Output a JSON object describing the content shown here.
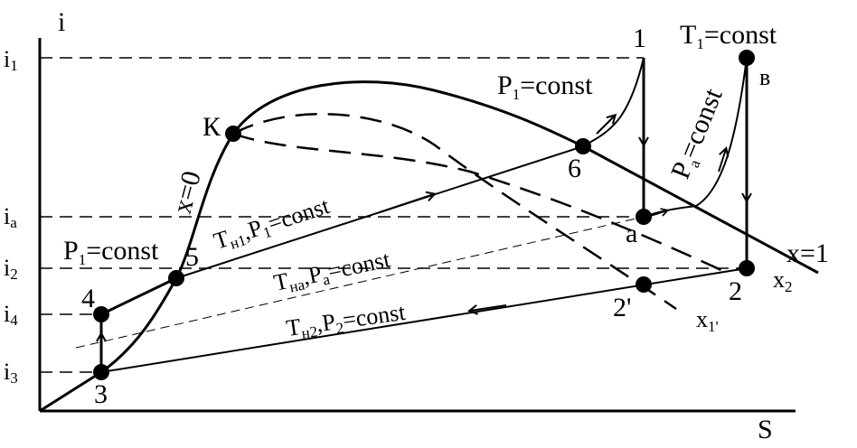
{
  "axes": {
    "y_label": "i",
    "x_label": "S",
    "y_ticks": [
      {
        "base": "i",
        "sub": "1"
      },
      {
        "base": "i",
        "sub": "a"
      },
      {
        "base": "i",
        "sub": "2"
      },
      {
        "base": "i",
        "sub": "4"
      },
      {
        "base": "i",
        "sub": "3"
      }
    ]
  },
  "points": {
    "p1": "1",
    "pb": "в",
    "pk": "К",
    "p6": "6",
    "pa": "a",
    "p5": "5",
    "p4": "4",
    "p3": "3",
    "p2": "2",
    "p2p": "2'"
  },
  "labels": {
    "t1_base": "T",
    "t1_sub": "1",
    "t1_rest": "=const",
    "p1_top_base": "P",
    "p1_top_sub": "1",
    "p1_top_rest": "=const",
    "pa_base": "P",
    "pa_sub": "a",
    "pa_rest": "=const",
    "x0": "x=0",
    "th1_base": "T",
    "th1_sub": "н1",
    "th1_mid": ",P",
    "th1_sub2": "1",
    "th1_rest": "=const",
    "p1_left_base": "P",
    "p1_left_sub": "1",
    "p1_left_rest": "=const",
    "tha_base": "T",
    "tha_sub": "на",
    "tha_mid": ",P",
    "tha_sub2": "a",
    "tha_rest": "=const",
    "th2_base": "T",
    "th2_sub": "н2",
    "th2_mid": ",P",
    "th2_sub2": "2",
    "th2_rest": "=const",
    "x1": "x=1",
    "x2_base": "x",
    "x2_sub": "2",
    "x1p_base": "x",
    "x1p_sub": "1'"
  }
}
